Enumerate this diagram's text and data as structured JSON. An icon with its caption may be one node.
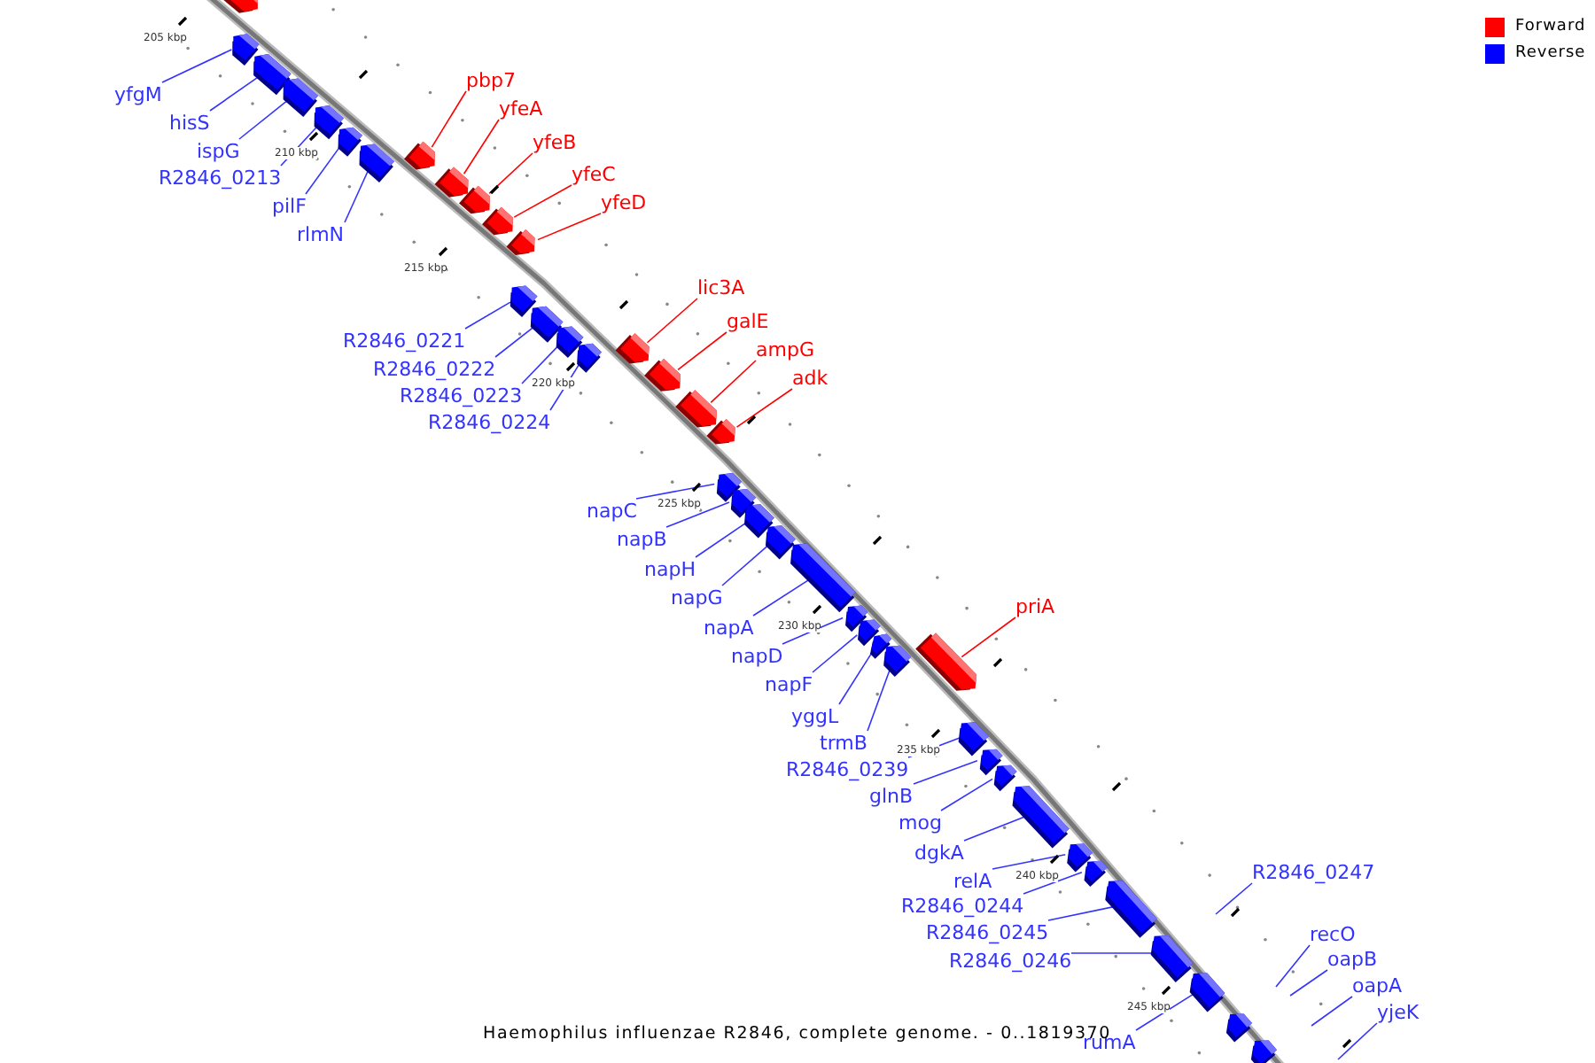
{
  "diagram": {
    "caption": "Haemophilus influenzae R2846, complete genome. - 0..1819370",
    "nodes": [
      {
        "text": [],
        "shape": "arrow"
      },
      {
        "text": [
          "yfgM"
        ]
      },
      {
        "text": [],
        "shape": "arrow"
      },
      {
        "text": [
          "hisS"
        ]
      },
      {
        "text": [],
        "shape": "arrow"
      },
      {
        "text": [
          "ispG"
        ]
      },
      {
        "text": [],
        "shape": "arrow"
      },
      {
        "text": [
          "R2846_0213"
        ]
      },
      {
        "text": [],
        "shape": "arrow"
      },
      {
        "text": [
          "pilF"
        ]
      },
      {
        "text": [],
        "shape": "arrow"
      },
      {
        "text": [
          "rlmN"
        ]
      },
      {
        "text": [],
        "shape": "arrow"
      },
      {
        "text": [
          "pbp7"
        ]
      },
      {
        "text": [],
        "shape": "arrow"
      },
      {
        "text": [
          "yfeA"
        ]
      },
      {
        "text": [],
        "shape": "arrow"
      },
      {
        "text": [
          "yfeB"
        ]
      },
      {
        "text": [],
        "shape": "arrow"
      },
      {
        "text": [
          "yfeC"
        ]
      },
      {
        "text": [],
        "shape": "arrow"
      },
      {
        "text": [
          "yfeD"
        ]
      },
      {
        "text": [],
        "shape": "arrow"
      },
      {
        "text": [
          "R2846_0221"
        ]
      },
      {
        "text": [],
        "shape": "arrow"
      },
      {
        "text": [
          "R2846_0222"
        ]
      },
      {
        "text": [],
        "shape": "arrow"
      },
      {
        "text": [
          "R2846_0223"
        ]
      },
      {
        "text": [],
        "shape": "arrow"
      },
      {
        "text": [
          "R2846_0224"
        ]
      },
      {
        "text": [],
        "shape": "arrow"
      },
      {
        "text": [
          "lic3A"
        ]
      },
      {
        "text": [],
        "shape": "arrow"
      },
      {
        "text": [
          "galE"
        ]
      },
      {
        "text": [],
        "shape": "arrow"
      },
      {
        "text": [
          "ampG"
        ]
      },
      {
        "text": [],
        "shape": "arrow"
      },
      {
        "text": [
          "adk"
        ]
      },
      {
        "text": [],
        "shape": "arrow"
      },
      {
        "text": [
          "napC"
        ]
      },
      {
        "text": [],
        "shape": "arrow"
      },
      {
        "text": [
          "napB"
        ]
      },
      {
        "text": [],
        "shape": "arrow"
      },
      {
        "text": [
          "napH"
        ]
      },
      {
        "text": [],
        "shape": "arrow"
      },
      {
        "text": [
          "napG"
        ]
      },
      {
        "text": [],
        "shape": "arrow"
      },
      {
        "text": [
          "napA"
        ]
      },
      {
        "text": [],
        "shape": "arrow"
      },
      {
        "text": [
          "napD"
        ]
      },
      {
        "text": [],
        "shape": "arrow"
      },
      {
        "text": [
          "napF"
        ]
      },
      {
        "text": [],
        "shape": "arrow"
      },
      {
        "text": [
          "yggL"
        ]
      },
      {
        "text": [],
        "shape": "arrow"
      },
      {
        "text": [
          "trmB"
        ]
      },
      {
        "text": [],
        "shape": "arrow"
      },
      {
        "text": [
          "priA"
        ]
      },
      {
        "text": [],
        "shape": "arrow"
      },
      {
        "text": [
          "R2846_0239"
        ]
      },
      {
        "text": [],
        "shape": "arrow"
      },
      {
        "text": [
          "glnB"
        ]
      },
      {
        "text": [],
        "shape": "arrow"
      },
      {
        "text": [
          "mog"
        ]
      },
      {
        "text": [],
        "shape": "arrow"
      },
      {
        "text": [
          "dgkA"
        ]
      },
      {
        "text": [],
        "shape": "arrow"
      },
      {
        "text": [
          "relA"
        ]
      },
      {
        "text": [],
        "shape": "arrow"
      },
      {
        "text": [
          "R2846_0244"
        ]
      },
      {
        "text": [],
        "shape": "arrow"
      },
      {
        "text": [
          "R2846_0245"
        ]
      },
      {
        "text": [],
        "shape": "arrow"
      },
      {
        "text": [
          "R2846_0246"
        ]
      },
      {
        "text": [],
        "shape": "arrow"
      },
      {
        "text": [
          "rumA"
        ]
      },
      {
        "text": [],
        "shape": "arrow"
      },
      {
        "text": [],
        "shape": "arrow"
      },
      {
        "text": [],
        "shape": "arrow"
      },
      {
        "text": [
          "R2846_0247"
        ]
      },
      {
        "text": [
          "recO"
        ]
      },
      {
        "text": [
          "oapB"
        ]
      },
      {
        "text": [
          "oapA"
        ]
      },
      {
        "text": [
          "yjeK"
        ]
      }
    ],
    "edges": [
      {
        "from": 1,
        "to": 2,
        "arrow": "none"
      },
      {
        "from": 3,
        "to": 4,
        "arrow": "none"
      },
      {
        "from": 5,
        "to": 6,
        "arrow": "none"
      },
      {
        "from": 7,
        "to": 8,
        "arrow": "none"
      },
      {
        "from": 9,
        "to": 10,
        "arrow": "none"
      },
      {
        "from": 11,
        "to": 12,
        "arrow": "none"
      },
      {
        "from": 13,
        "to": 14,
        "arrow": "none",
        "color": "#ff0000"
      },
      {
        "from": 15,
        "to": 16,
        "arrow": "none",
        "color": "#ff0000"
      },
      {
        "from": 17,
        "to": 18,
        "arrow": "none",
        "color": "#ff0000"
      },
      {
        "from": 19,
        "to": 20,
        "arrow": "none",
        "color": "#ff0000"
      },
      {
        "from": 21,
        "to": 22,
        "arrow": "none",
        "color": "#ff0000"
      },
      {
        "from": 23,
        "to": 24,
        "arrow": "none"
      },
      {
        "from": 25,
        "to": 26,
        "arrow": "none"
      },
      {
        "from": 27,
        "to": 28,
        "arrow": "none"
      },
      {
        "from": 29,
        "to": 30,
        "arrow": "none"
      },
      {
        "from": 31,
        "to": 32,
        "arrow": "none",
        "color": "#ff0000"
      },
      {
        "from": 33,
        "to": 34,
        "arrow": "none",
        "color": "#ff0000"
      },
      {
        "from": 35,
        "to": 36,
        "arrow": "none",
        "color": "#ff0000"
      },
      {
        "from": 37,
        "to": 38,
        "arrow": "none",
        "color": "#ff0000"
      },
      {
        "from": 39,
        "to": 40,
        "arrow": "none"
      },
      {
        "from": 41,
        "to": 42,
        "arrow": "none"
      },
      {
        "from": 43,
        "to": 44,
        "arrow": "none"
      },
      {
        "from": 45,
        "to": 46,
        "arrow": "none"
      },
      {
        "from": 47,
        "to": 48,
        "arrow": "none"
      },
      {
        "from": 49,
        "to": 50,
        "arrow": "none"
      },
      {
        "from": 51,
        "to": 52,
        "arrow": "none"
      },
      {
        "from": 53,
        "to": 54,
        "arrow": "none"
      },
      {
        "from": 55,
        "to": 56,
        "arrow": "none"
      },
      {
        "from": 57,
        "to": 58,
        "arrow": "none",
        "color": "#ff0000"
      },
      {
        "from": 59,
        "to": 60,
        "arrow": "none"
      },
      {
        "from": 61,
        "to": 62,
        "arrow": "none"
      },
      {
        "from": 63,
        "to": 64,
        "arrow": "none"
      },
      {
        "from": 65,
        "to": 66,
        "arrow": "none"
      },
      {
        "from": 67,
        "to": 68,
        "arrow": "none"
      },
      {
        "from": 69,
        "to": 70,
        "arrow": "none"
      },
      {
        "from": 71,
        "to": 72,
        "arrow": "none"
      },
      {
        "from": 73,
        "to": 74,
        "arrow": "none"
      },
      {
        "from": 75,
        "to": 76,
        "arrow": "none"
      },
      {
        "from": 79,
        "to": null,
        "arrow": "none"
      },
      {
        "from": 80,
        "to": null,
        "arrow": "none"
      },
      {
        "from": 81,
        "to": null,
        "arrow": "none"
      },
      {
        "from": 82,
        "to": null,
        "arrow": "none"
      },
      {
        "from": 83,
        "to": null,
        "arrow": "none"
      }
    ],
    "labels": [
      "205 kbp",
      "210 kbp",
      "215 kbp",
      "220 kbp",
      "225 kbp",
      "230 kbp",
      "235 kbp",
      "240 kbp",
      "245 kbp"
    ],
    "legend": [
      {
        "text": "Forward",
        "color": "#ff0000"
      },
      {
        "text": "Reverse",
        "color": "#0000ff"
      }
    ]
  }
}
